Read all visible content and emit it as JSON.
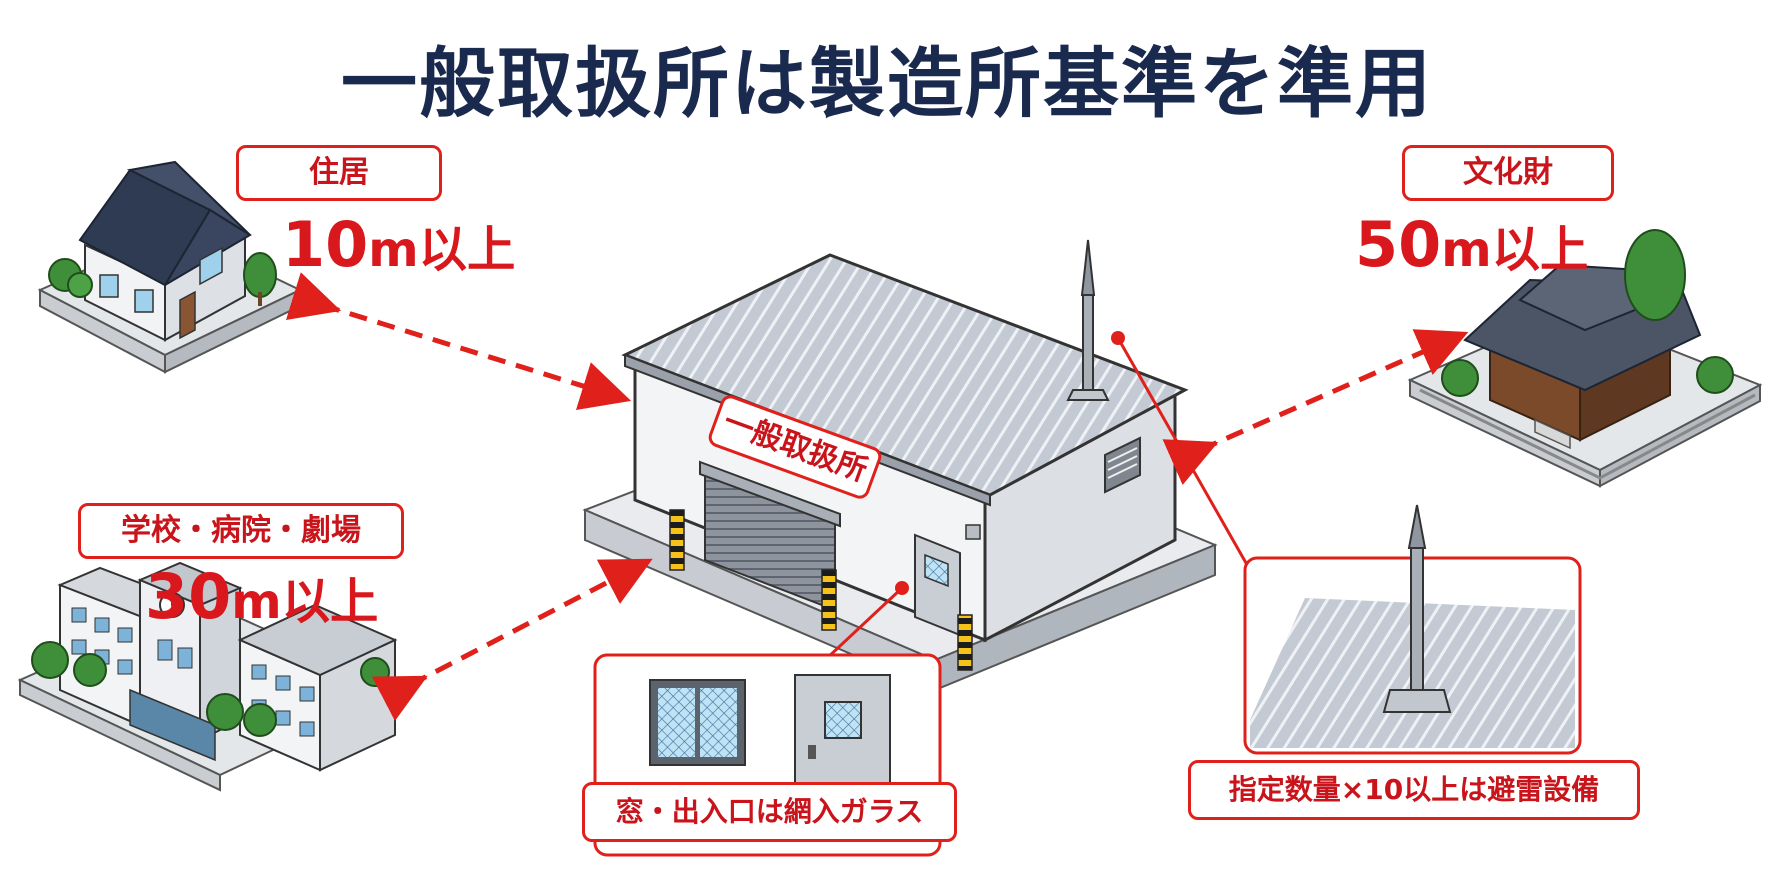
{
  "title": "一般取扱所は製造所基準を準用",
  "facility_label": "一般取扱所",
  "targets": [
    {
      "label": "住居",
      "distance": "10",
      "unit": "m以上"
    },
    {
      "label": "学校・病院・劇場",
      "distance": "30",
      "unit": "m以上"
    },
    {
      "label": "文化財",
      "distance": "50",
      "unit": "m以上"
    }
  ],
  "callouts": {
    "window": "窓・出入口は網入ガラス",
    "lightning": "指定数量×10以上は避雷設備"
  },
  "colors": {
    "accent_red": "#e0201b",
    "title_navy": "#1a2a4f",
    "roof_gray": "#b9c0ca",
    "wall_light": "#eef0f3"
  },
  "icons": [
    "house-icon",
    "school-icon",
    "temple-icon",
    "factory-icon",
    "lightning-rod-icon",
    "wire-glass-window-icon",
    "door-icon"
  ]
}
